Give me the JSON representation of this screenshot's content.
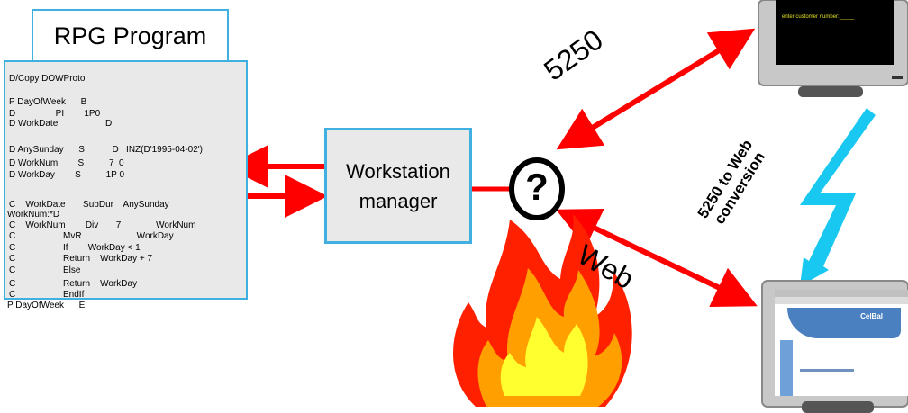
{
  "rpg_program": {
    "title": "RPG Program",
    "code_lines": [
      "D/Copy DOWProto",
      "P DayOfWeek      B",
      "D                PI        1P0",
      "D WorkDate                   D",
      "D AnySunday      S           D   INZ(D'1995-04-02')",
      "D WorkNum        S          7  0",
      "D WorkDay        S          1P 0",
      "C    WorkDate       SubDur    AnySunday",
      "WorkNum:*D",
      "C    WorkNum        Div       7              WorkNum",
      "C                   MvR                      WorkDay",
      "C                   If        WorkDay < 1",
      "C                   Return    WorkDay + 7",
      "C                   Else",
      "C                   Return    WorkDay",
      "C                   EndIf",
      "P DayOfWeek      E"
    ]
  },
  "workstation_manager": {
    "line1": "Workstation",
    "line2": "manager"
  },
  "router": {
    "symbol": "?"
  },
  "labels": {
    "protocol_5250": "5250",
    "web": "Web",
    "conversion_line1": "5250 to Web",
    "conversion_line2": "conversion"
  },
  "terminal": {
    "prompt": "enter customer number:_____"
  },
  "browser": {
    "heading": "CelBal"
  },
  "colors": {
    "box_border": "#3fb0e0",
    "box_fill": "#e9e9e9",
    "arrow": "#ff0000",
    "lightning": "#19c8f0",
    "fire_outer": "#ff2000",
    "fire_inner": "#ffff30"
  }
}
